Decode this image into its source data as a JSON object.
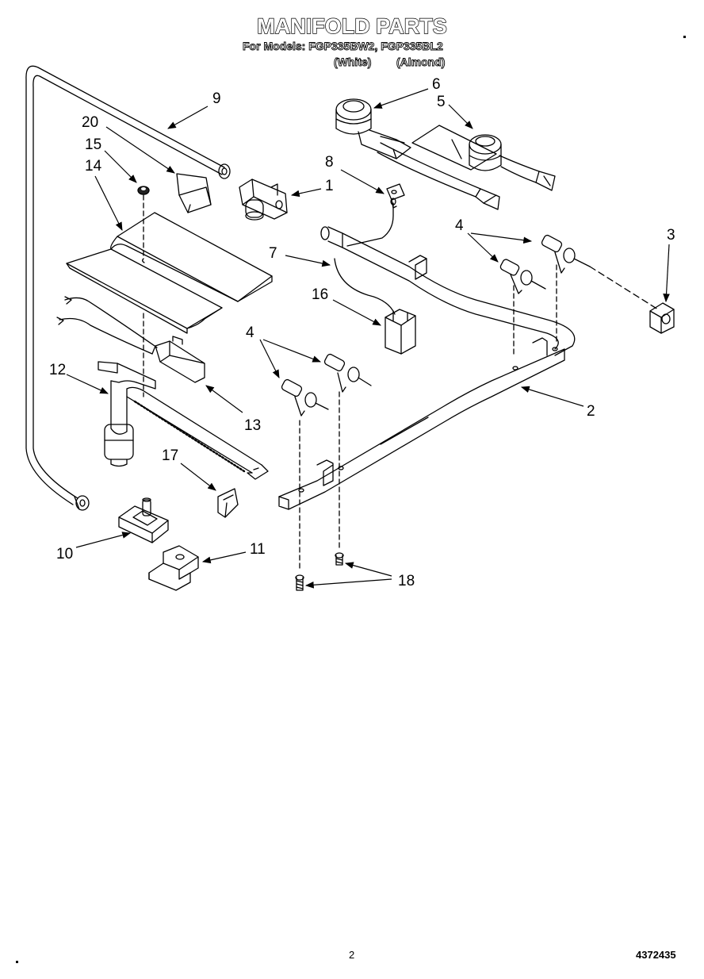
{
  "header": {
    "title": "MANIFOLD PARTS",
    "models_line": "For Models: FGP335BW2, FGP335BL2",
    "color_white": "(White)",
    "color_almond": "(Almond)"
  },
  "callouts": [
    "9",
    "20",
    "15",
    "14",
    "6",
    "5",
    "8",
    "1",
    "7",
    "16",
    "4",
    "3",
    "4",
    "12",
    "13",
    "2",
    "17",
    "10",
    "11",
    "18"
  ],
  "footer": {
    "page_number": "2",
    "document_number": "4372435"
  }
}
